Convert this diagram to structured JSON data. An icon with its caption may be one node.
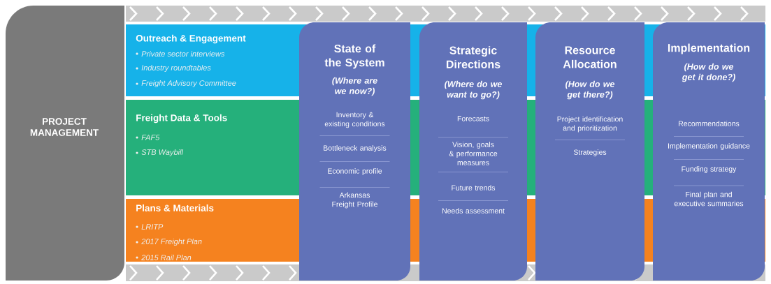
{
  "diagram": {
    "nodes": [
      {
        "text": [
          "PROJECT MANAGEMENT"
        ]
      },
      {
        "text": [
          "Outreach & Engagement",
          "Private sector interviews",
          "Industry roundtables",
          "Freight Advisory Committee"
        ]
      },
      {
        "text": [
          "Freight Data & Tools",
          "FAF5",
          "STB Waybill"
        ]
      },
      {
        "text": [
          "Plans & Materials",
          "LRITP",
          "2017 Freight Plan",
          "2015 Rail Plan"
        ]
      },
      {
        "text": [
          "State of the System",
          "(Where are we now?)",
          "Inventory & existing conditions",
          "Bottleneck analysis",
          "Economic profile",
          "Arkansas Freight Profile"
        ]
      },
      {
        "text": [
          "Strategic Directions",
          "(Where do we want to go?)",
          "Forecasts",
          "Vision, goals & performance measures",
          "Future trends",
          "Needs assessment"
        ]
      },
      {
        "text": [
          "Resource Allocation",
          "(How do we get there?)",
          "Project identification and prioritization",
          "Strategies"
        ]
      },
      {
        "text": [
          "Implementation",
          "(How do we get it done?)",
          "Recommendations",
          "Implementation guidance",
          "Funding strategy",
          "Final plan and executive summaries"
        ]
      }
    ],
    "edges": []
  }
}
